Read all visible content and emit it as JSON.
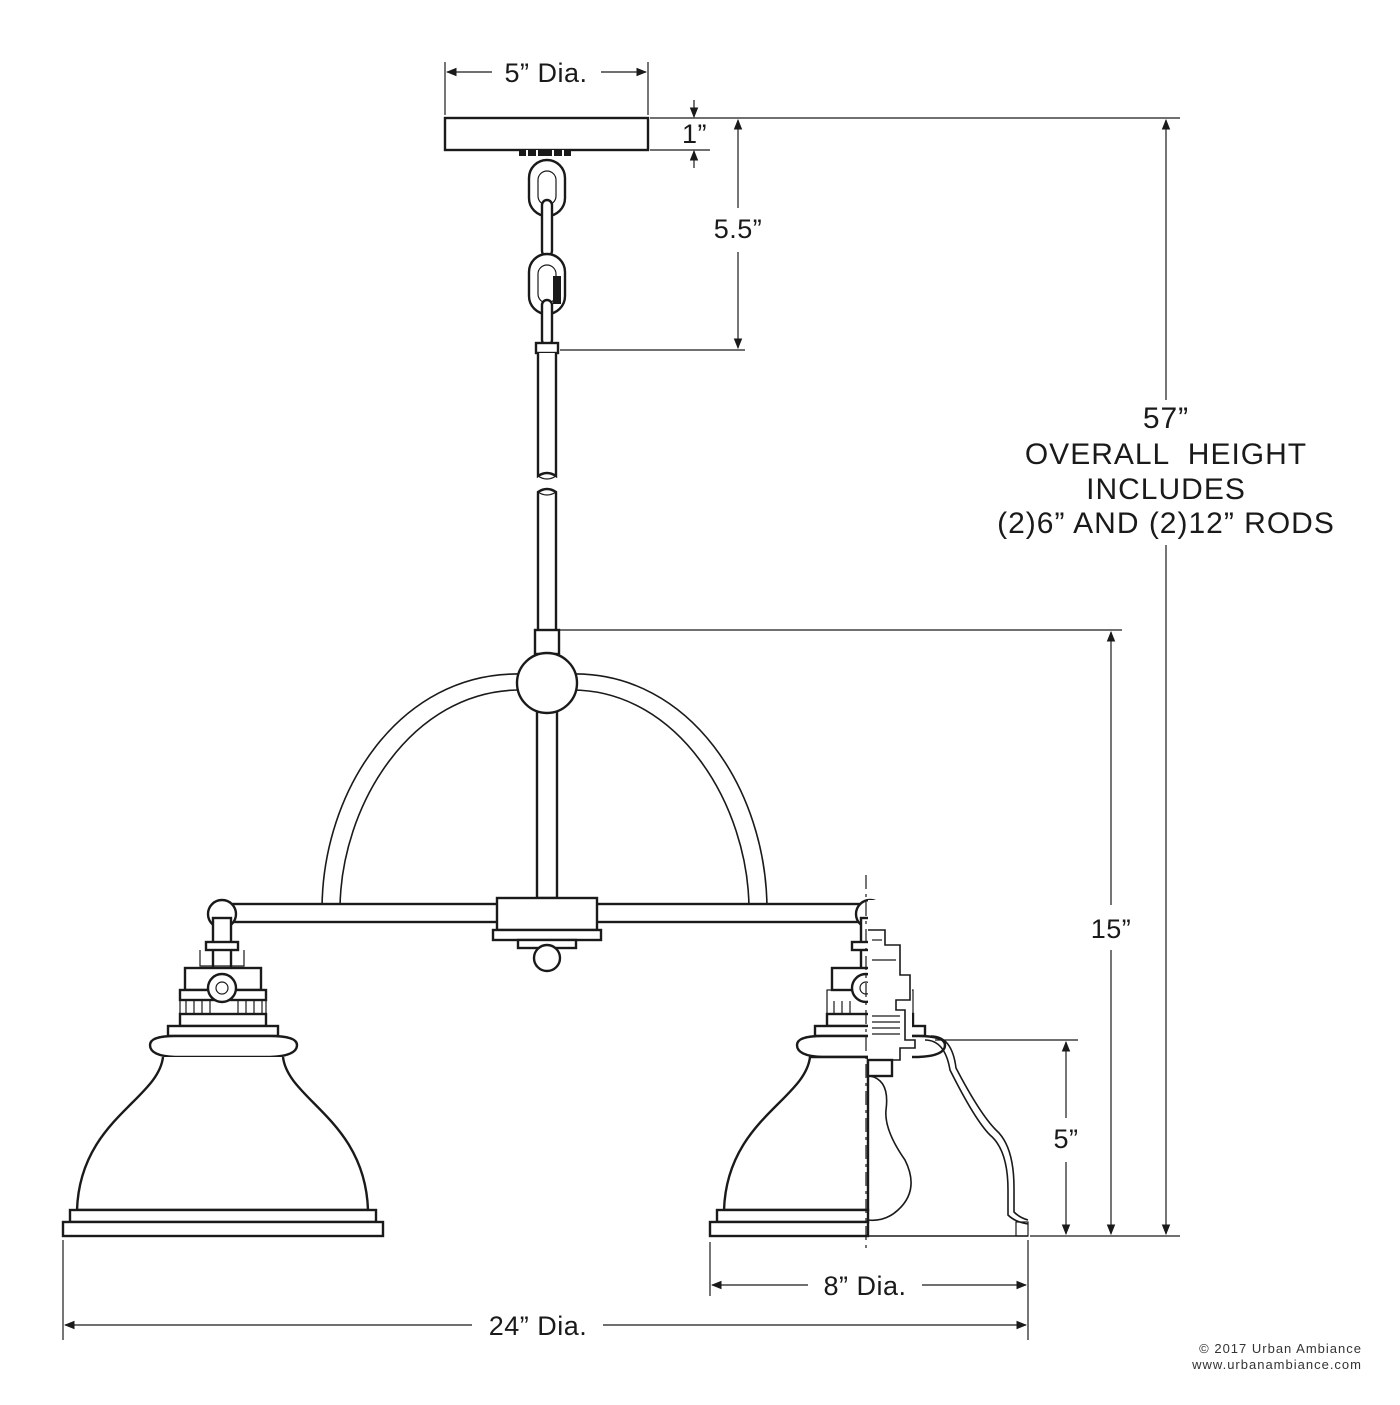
{
  "diagram": {
    "canopy_dia_label": "5” Dia.",
    "canopy_height_label": "1”",
    "chain_length_label": "5.5”",
    "overall_height_value": "57”",
    "overall_height_line1": "OVERALL  HEIGHT",
    "overall_height_line2": "INCLUDES",
    "overall_height_line3": "(2)6” AND (2)12” RODS",
    "body_height_label": "15”",
    "shade_height_label": "5”",
    "shade_dia_label": "8” Dia.",
    "overall_width_label": "24” Dia."
  },
  "footer": {
    "copyright": "© 2017 Urban Ambiance",
    "website": "www.urbanambiance.com"
  }
}
